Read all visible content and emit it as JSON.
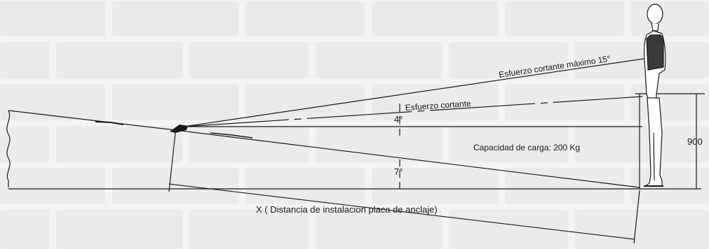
{
  "diagram": {
    "labels": {
      "max_shear": "Esfuerzo cortante máximo 15°",
      "shear": "Esfuerzo cortante",
      "angle_4": "4°",
      "angle_7": "7°",
      "load_capacity": "Capacidad de carga: 200 Kg",
      "height": "900",
      "distance": "X ( Distancia de instalacion placa de anclaje)"
    },
    "colors": {
      "background": "#f3f3f3",
      "brick_mortar": "#ffffff",
      "brick_face": "#ebebeb",
      "line": "#1a1a1a",
      "figure_fill": "#ffffff"
    }
  }
}
